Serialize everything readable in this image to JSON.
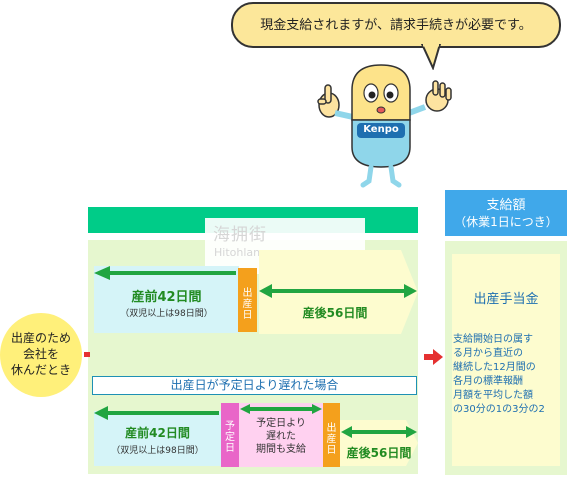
{
  "bubble": {
    "text": "現金支給されますが、請求手続きが必要です。"
  },
  "mascot": {
    "label": "Kenpo"
  },
  "watermark": {
    "line1": "海拥街",
    "line2": "Hitohlan"
  },
  "left_circle": {
    "line1": "出産のため",
    "line2": "会社を",
    "line3": "休んだとき"
  },
  "upper": {
    "pre_title": "産前42日間",
    "pre_note": "（双児以上は98日間）",
    "birth_char1": "出",
    "birth_char2": "産",
    "birth_char3": "日",
    "post_title": "産後56日間"
  },
  "late_label": "出産日が予定日より遅れた場合",
  "lower": {
    "pre_title": "産前42日間",
    "pre_note": "（双児以上は98日間）",
    "due_char1": "予",
    "due_char2": "定",
    "due_char3": "日",
    "late_line1": "予定日より",
    "late_line2": "遅れた",
    "late_line3": "期間も支給",
    "birth_char1": "出",
    "birth_char2": "産",
    "birth_char3": "日",
    "post_title": "産後56日間"
  },
  "right": {
    "header_line1": "支給額",
    "header_line2": "（休業1日につき）",
    "allowance_name": "出産手当金",
    "desc_line1": "支給開始日の属す",
    "desc_line2": "る月から直近の",
    "desc_line3": "継続した12月間の",
    "desc_line4": "各月の標準報酬",
    "desc_line5": "月額を平均した額",
    "desc_line6": "の30分の1の3分の2"
  },
  "colors": {
    "bubble": "#fce79a",
    "green_bar": "#00cc88",
    "light_green": "#e6f7cf",
    "light_cyan": "#d5f4f8",
    "orange": "#f4a01c",
    "pink": "#e966c8",
    "light_pink": "#ffd1f0",
    "blue_header": "#40a8ea",
    "arrow_green": "#21a541",
    "red_arrow": "#e53030"
  }
}
